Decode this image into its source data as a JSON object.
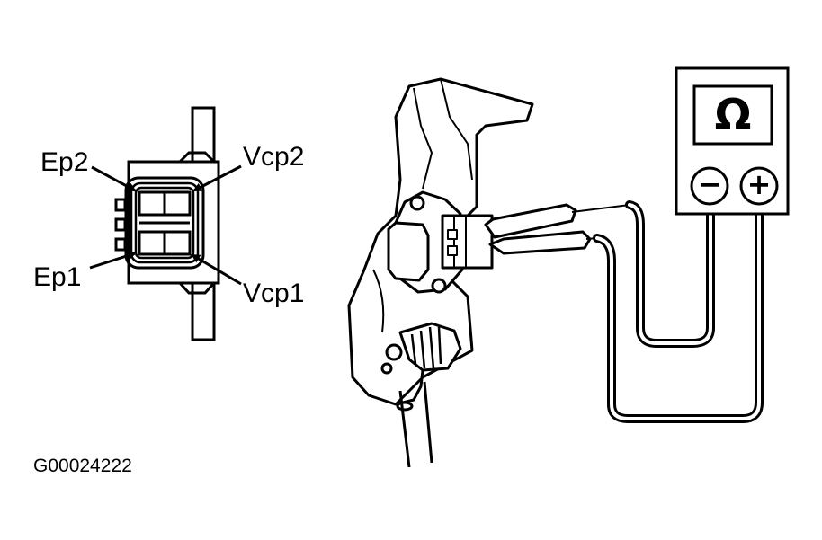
{
  "connector_labels": {
    "ep2": "Ep2",
    "vcp2": "Vcp2",
    "ep1": "Ep1",
    "vcp1": "Vcp1"
  },
  "figure_code": "G00024222",
  "ohmmeter": {
    "display_symbol": "Ω",
    "negative_terminal": "−",
    "positive_terminal": "+"
  },
  "colors": {
    "line": "#000000",
    "background": "#ffffff"
  }
}
